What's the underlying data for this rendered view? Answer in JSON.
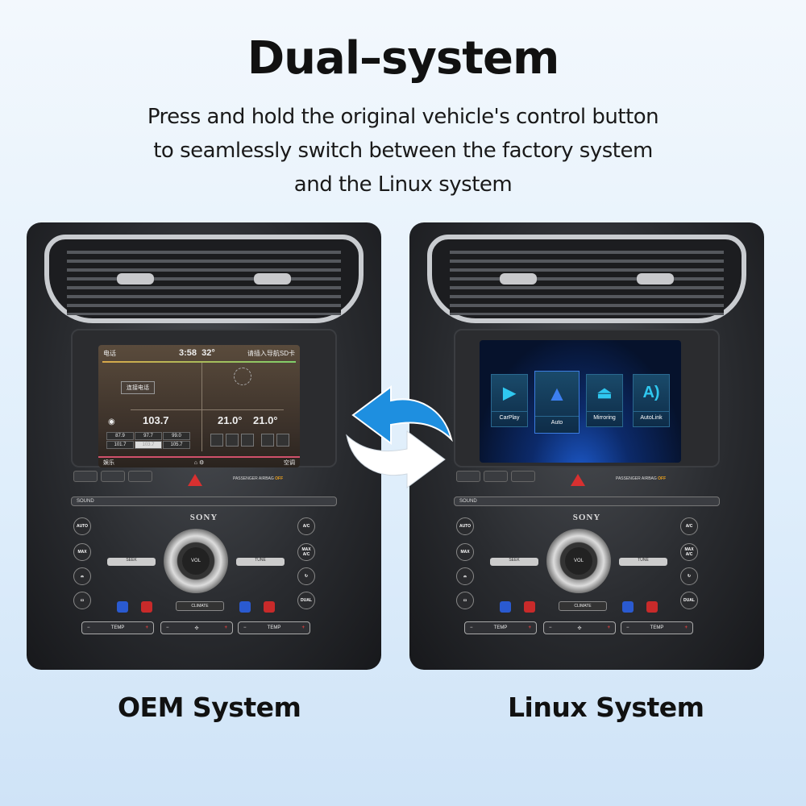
{
  "title": "Dual–system",
  "subtitle": [
    "Press and hold the original vehicle's control button",
    "to seamlessly switch between the factory system",
    "and the Linux system"
  ],
  "captions": {
    "left": "OEM System",
    "right": "Linux System"
  },
  "oem_screen": {
    "top_left": "电话",
    "clock": "3:58",
    "temp": "32°",
    "top_right": "请插入导航SD卡",
    "connect_phone": "连接电话",
    "frequency": "103.7",
    "presets": [
      "87.9",
      "97.7",
      "99.0",
      "101.7",
      "103.7",
      "105.7"
    ],
    "temp_left": "21.0°",
    "temp_right": "21.0°",
    "bottom_left": "娱乐",
    "bottom_right": "空调"
  },
  "linux_screen": {
    "apps": [
      {
        "label": "CarPlay",
        "icon": "carplay-icon"
      },
      {
        "label": "Auto",
        "icon": "android-auto-icon"
      },
      {
        "label": "Mirroring",
        "icon": "mirroring-icon"
      },
      {
        "label": "AutoLink",
        "icon": "autolink-icon"
      }
    ]
  },
  "dash": {
    "airbag": "PASSENGER AIRBAG",
    "airbag_off": "OFF",
    "sound": "SOUND",
    "brand": "SONY",
    "auto": "AUTO",
    "max": "MAX",
    "ac": "A/C",
    "max_ac": "MAX A/C",
    "dual": "DUAL",
    "vol": "VOL",
    "seek": "SEEK",
    "tune": "TUNE",
    "climate": "CLIMATE",
    "temp": "TEMP",
    "minus": "−",
    "plus": "+"
  },
  "colors": {
    "arrow_blue": "#1e8fe0",
    "arrow_white": "#ffffff"
  }
}
